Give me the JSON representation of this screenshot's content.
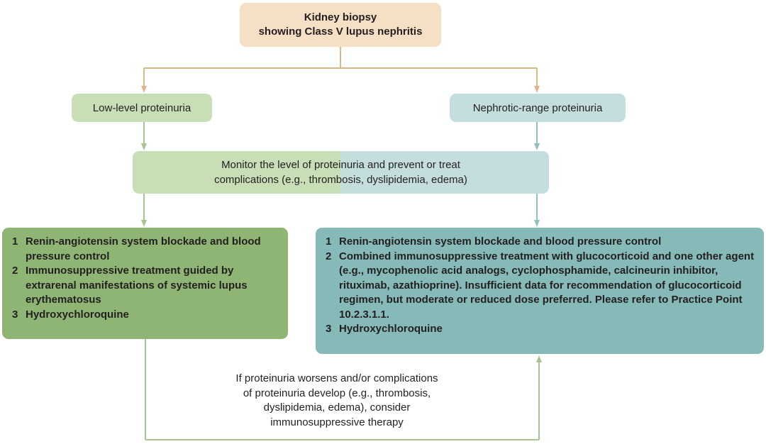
{
  "title_box": {
    "line1": "Kidney biopsy",
    "line2": "showing Class V lupus nephritis"
  },
  "branches": {
    "low": "Low-level proteinuria",
    "nephrotic": "Nephrotic-range proteinuria"
  },
  "monitor": {
    "line1": "Monitor the level of proteinuria and prevent or treat",
    "line2": "complications (e.g., thrombosis, dyslipidemia, edema)"
  },
  "low_treatment": {
    "items": [
      {
        "num": "1",
        "text": "Renin-angiotensin system blockade and blood pressure control"
      },
      {
        "num": "2",
        "text": "Immunosuppressive treatment guided by extrarenal manifestations of systemic lupus erythematosus"
      },
      {
        "num": "3",
        "text": "Hydroxychloroquine"
      }
    ]
  },
  "nephrotic_treatment": {
    "items": [
      {
        "num": "1",
        "text": "Renin-angiotensin system blockade and blood pressure control"
      },
      {
        "num": "2",
        "text": "Combined immunosuppressive treatment with glucocorticoid and one other agent (e.g., mycophenolic acid analogs, cyclophosphamide, calcineurin inhibitor, rituximab, azathioprine). Insufficient data for recommendation of glucocorticoid regimen, but moderate or reduced dose preferred.  Please refer to Practice Point 10.2.3.1.1."
      },
      {
        "num": "3",
        "text": "Hydroxychloroquine"
      }
    ]
  },
  "escalation_note": {
    "line1": "If proteinuria worsens and/or complications",
    "line2": "of proteinuria develop (e.g., thrombosis,",
    "line3": "dyslipidemia, edema), consider",
    "line4": "immunosuppressive therapy"
  },
  "colors": {
    "tan": "#d9b88f",
    "tan_fill": "#f5e0c5",
    "green": "#8fb574",
    "green_light": "#c8deb6",
    "teal": "#86bab8",
    "teal_light": "#c4dedd"
  }
}
